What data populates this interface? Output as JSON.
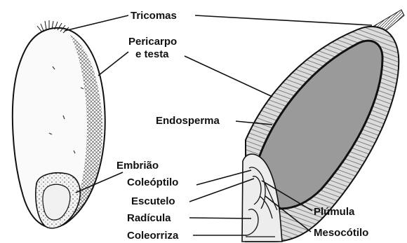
{
  "labels": {
    "tricomas": "Tricomas",
    "pericarpo_line1": "Pericarpo",
    "pericarpo_line2": "e testa",
    "endosperma": "Endosperma",
    "embriao": "Embrião",
    "coleoptilo": "Coleóptilo",
    "escutelo": "Escutelo",
    "radicula": "Radícula",
    "coleorriza": "Coleorriza",
    "plumula": "Plúmula",
    "mesocotilo": "Mesocótilo"
  },
  "colors": {
    "ink": "#111111",
    "endosperm_fill": "#9a9a9a",
    "seed_coat": "#d9d9d9",
    "background": "#ffffff"
  }
}
